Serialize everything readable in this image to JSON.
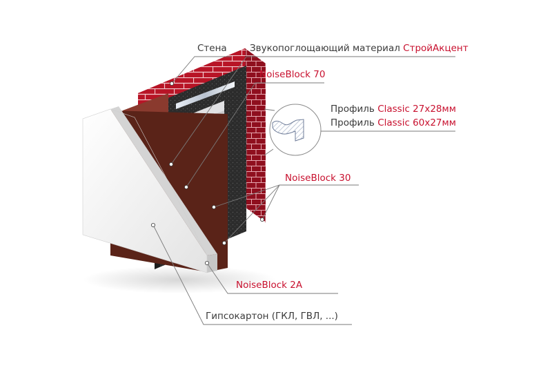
{
  "labels": {
    "wall": "Стена",
    "sound_absorbing_prefix": "Звукопоглощающий материал ",
    "sound_absorbing_brand": "СтройАкцент",
    "noiseblock70": "NoiseBlock 70",
    "profile1_prefix": "Профиль ",
    "profile1_model": "Classic 27x28мм",
    "profile2_prefix": "Профиль ",
    "profile2_model": "Classic 60x27мм",
    "noiseblock30": "NoiseBlock 30",
    "noiseblock2a": "NoiseBlock 2A",
    "drywall": "Гипсокартон (ГКЛ, ГВЛ, ...)"
  },
  "colors": {
    "brick": "#b81426",
    "mortar": "#f2c9ce",
    "accent_text": "#c8102e",
    "membrane": "#7a2a2a",
    "insulation": "#2e2e2e",
    "drywall": "#f2f2f2"
  }
}
